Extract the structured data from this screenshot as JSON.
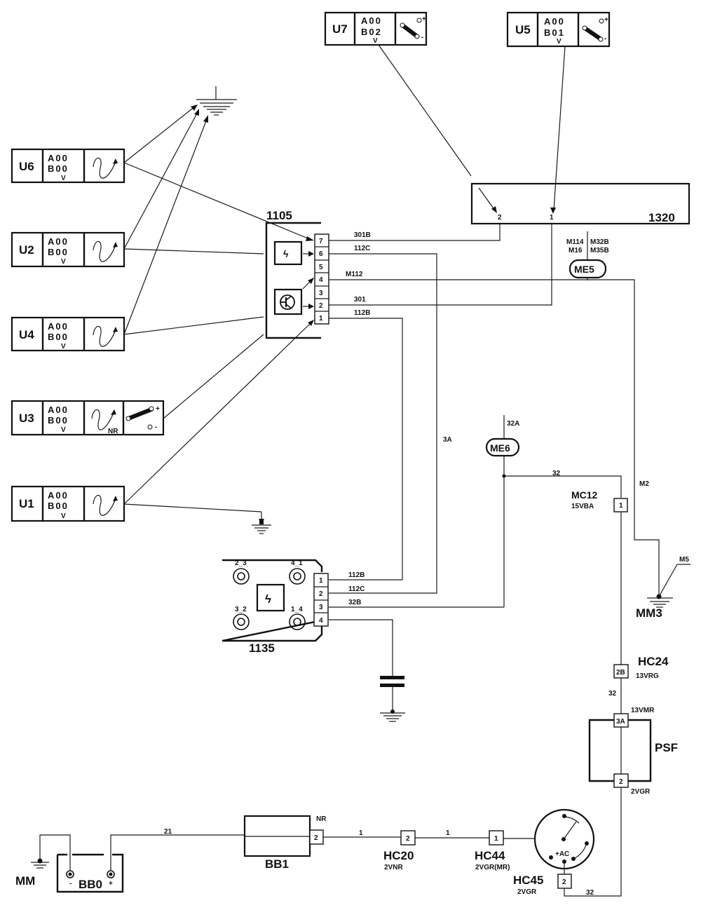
{
  "diagram": {
    "title": "Ignition wiring diagram",
    "line_color": "#111111",
    "background": "#ffffff"
  },
  "modules": [
    {
      "id": "U7",
      "codes": [
        "A00",
        "B02"
      ],
      "v": "V",
      "symbol": "switch-icon"
    },
    {
      "id": "U5",
      "codes": [
        "A00",
        "B01"
      ],
      "v": "V",
      "symbol": "switch-icon"
    },
    {
      "id": "U6",
      "codes": [
        "A00",
        "B00"
      ],
      "v": "V",
      "symbol": "sensor-curve-icon"
    },
    {
      "id": "U2",
      "codes": [
        "A00",
        "B00"
      ],
      "v": "V",
      "symbol": "sensor-curve-icon"
    },
    {
      "id": "U4",
      "codes": [
        "A00",
        "B00"
      ],
      "v": "V",
      "symbol": "sensor-curve-icon"
    },
    {
      "id": "U3",
      "codes": [
        "A00",
        "B00"
      ],
      "v": "V",
      "symbol": "sensor-curve-icon",
      "symbol_sub": "NR",
      "symbol2": "switch-icon"
    },
    {
      "id": "U1",
      "codes": [
        "A00",
        "B00"
      ],
      "v": "V",
      "symbol": "sensor-curve-icon"
    }
  ],
  "switch_marks": {
    "plus": "+",
    "minus": "-"
  },
  "components": {
    "c1105": {
      "label": "1105",
      "pins": [
        "7",
        "6",
        "5",
        "4",
        "3",
        "2",
        "1"
      ],
      "wires": {
        "p7": "301B",
        "p6": "112C",
        "p4": "M112",
        "p2": "301",
        "p1": "112B"
      }
    },
    "c1320": {
      "label": "1320",
      "pins": [
        "2",
        "1"
      ]
    },
    "c1135": {
      "label": "1135",
      "pins": [
        "1",
        "2",
        "3",
        "4"
      ],
      "wires": {
        "p1": "112B",
        "p2": "112C",
        "p3": "32B"
      },
      "terminals": [
        "2_3",
        "4_1",
        "3_2",
        "1_4"
      ]
    },
    "me5": {
      "label": "ME5",
      "wires": [
        "M114",
        "M32B",
        "M16",
        "M35B"
      ]
    },
    "me6": {
      "label": "ME6",
      "wire": "32A"
    },
    "mc12": {
      "label": "MC12",
      "sub": "15VBA",
      "pin": "1"
    },
    "hc24": {
      "label": "HC24",
      "sub": "13VRG",
      "pin": "2B"
    },
    "psf": {
      "label": "PSF",
      "top_pin": "3A",
      "top_sub": "13VMR",
      "bottom_pin": "2",
      "bottom_sub": "2VGR"
    },
    "mm3": {
      "label": "MM3",
      "wire": "M5"
    },
    "mm": {
      "label": "MM"
    },
    "bb0": {
      "label": "BB0",
      "minus": "-",
      "plus": "+"
    },
    "bb1": {
      "label": "BB1",
      "pin": "2",
      "pin_sub": "NR"
    },
    "hc20": {
      "label": "HC20",
      "sub": "2VNR",
      "pin": "2"
    },
    "hc44": {
      "label": "HC44",
      "sub": "2VGR(MR)",
      "pin": "1"
    },
    "hc45": {
      "label": "HC45",
      "sub": "2VGR",
      "pin": "2",
      "switch_label": "+AC"
    }
  },
  "wire_labels": {
    "w3a": "3A",
    "w32_me6": "32",
    "w_m2": "M2",
    "w32_hc": "32",
    "w21": "21",
    "w1a": "1",
    "w1b": "1",
    "w32_bottom": "32"
  }
}
